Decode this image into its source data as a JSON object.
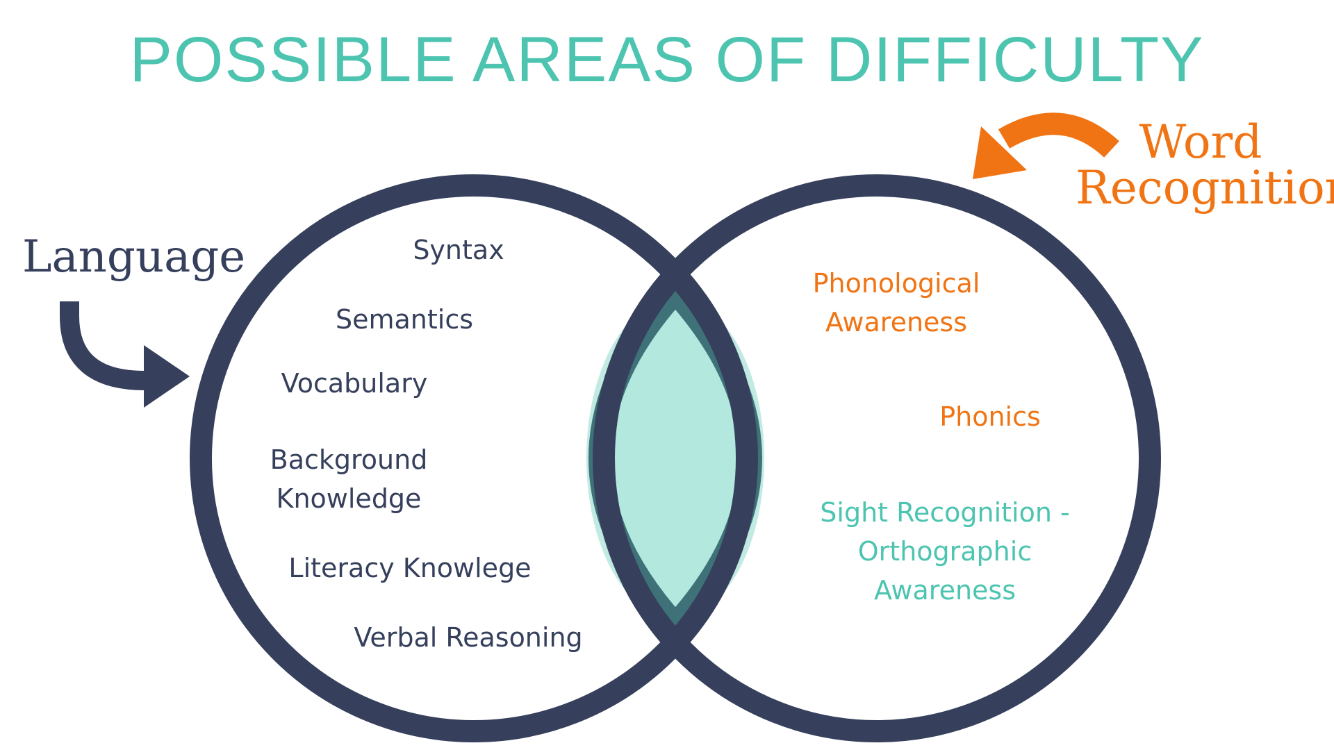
{
  "colors": {
    "navy": "#36405c",
    "teal": "#4cc4b0",
    "orange": "#f07413",
    "overlap_fill": "#b3e8df",
    "overlap_ring": "#3e7278"
  },
  "title": "POSSIBLE AREAS OF DIFFICULTY",
  "language_label": "Language",
  "word_recognition_label": [
    "Word",
    "Recognition"
  ],
  "language_items": [
    "Syntax",
    "Semantics",
    "Vocabulary",
    "Background Knowledge",
    "Literacy Knowlege",
    "Verbal Reasoning"
  ],
  "word_recognition_items": [
    [
      "Phonological",
      "Awareness"
    ],
    [
      "Phonics"
    ],
    [
      "Sight Recognition -",
      "Orthographic",
      "Awareness"
    ]
  ]
}
